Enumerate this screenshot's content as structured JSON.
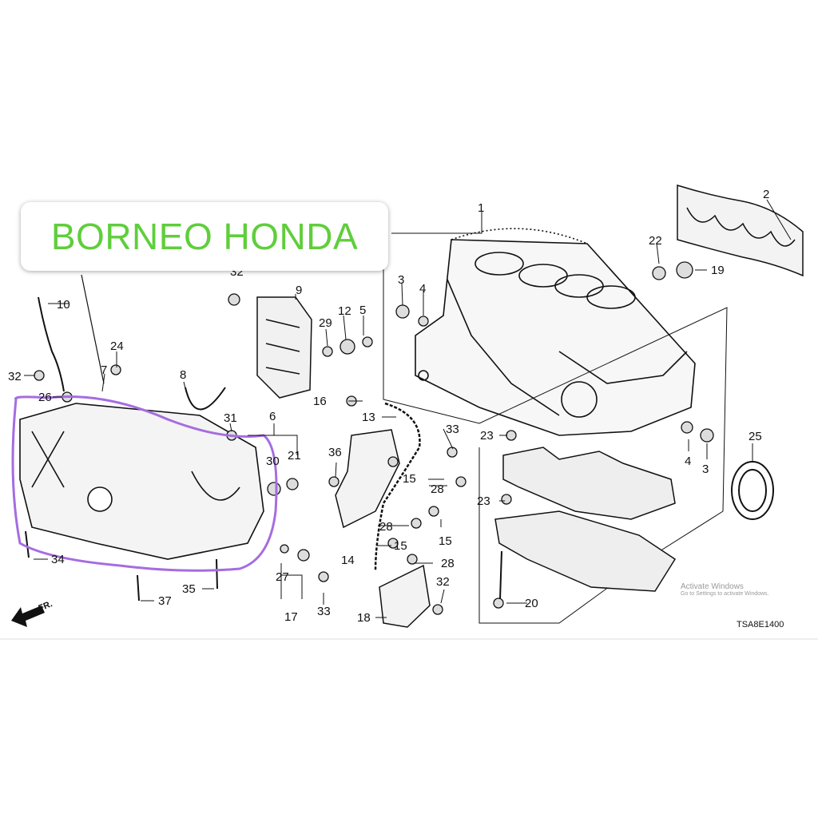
{
  "brand": {
    "text": "BORNEO HONDA",
    "color": "#5fce3c"
  },
  "highlight": {
    "color": "#a56de0",
    "target": "oil pan"
  },
  "direction_label": "FR.",
  "diagram_code": "TSA8E1400",
  "watermark": {
    "title": "Activate Windows",
    "subtitle": "Go to Settings to activate Windows."
  },
  "callouts": [
    {
      "id": "c1",
      "label": "1"
    },
    {
      "id": "c2",
      "label": "2"
    },
    {
      "id": "c3a",
      "label": "3"
    },
    {
      "id": "c3b",
      "label": "3"
    },
    {
      "id": "c4a",
      "label": "4"
    },
    {
      "id": "c4b",
      "label": "4"
    },
    {
      "id": "c5",
      "label": "5"
    },
    {
      "id": "c6",
      "label": "6"
    },
    {
      "id": "c7",
      "label": "7"
    },
    {
      "id": "c8",
      "label": "8"
    },
    {
      "id": "c9",
      "label": "9"
    },
    {
      "id": "c10",
      "label": "10"
    },
    {
      "id": "c12",
      "label": "12"
    },
    {
      "id": "c13",
      "label": "13"
    },
    {
      "id": "c14",
      "label": "14"
    },
    {
      "id": "c15a",
      "label": "15"
    },
    {
      "id": "c15b",
      "label": "15"
    },
    {
      "id": "c15c",
      "label": "15"
    },
    {
      "id": "c16",
      "label": "16"
    },
    {
      "id": "c17",
      "label": "17"
    },
    {
      "id": "c18",
      "label": "18"
    },
    {
      "id": "c19",
      "label": "19"
    },
    {
      "id": "c20",
      "label": "20"
    },
    {
      "id": "c21",
      "label": "21"
    },
    {
      "id": "c22",
      "label": "22"
    },
    {
      "id": "c23a",
      "label": "23"
    },
    {
      "id": "c23b",
      "label": "23"
    },
    {
      "id": "c24",
      "label": "24"
    },
    {
      "id": "c25",
      "label": "25"
    },
    {
      "id": "c26",
      "label": "26"
    },
    {
      "id": "c27",
      "label": "27"
    },
    {
      "id": "c28a",
      "label": "28"
    },
    {
      "id": "c28b",
      "label": "28"
    },
    {
      "id": "c28c",
      "label": "28"
    },
    {
      "id": "c29",
      "label": "29"
    },
    {
      "id": "c30",
      "label": "30"
    },
    {
      "id": "c31",
      "label": "31"
    },
    {
      "id": "c32a",
      "label": "32"
    },
    {
      "id": "c32b",
      "label": "32"
    },
    {
      "id": "c32c",
      "label": "32"
    },
    {
      "id": "c33a",
      "label": "33"
    },
    {
      "id": "c33b",
      "label": "33"
    },
    {
      "id": "c34",
      "label": "34"
    },
    {
      "id": "c35",
      "label": "35"
    },
    {
      "id": "c36",
      "label": "36"
    },
    {
      "id": "c37",
      "label": "37"
    }
  ]
}
